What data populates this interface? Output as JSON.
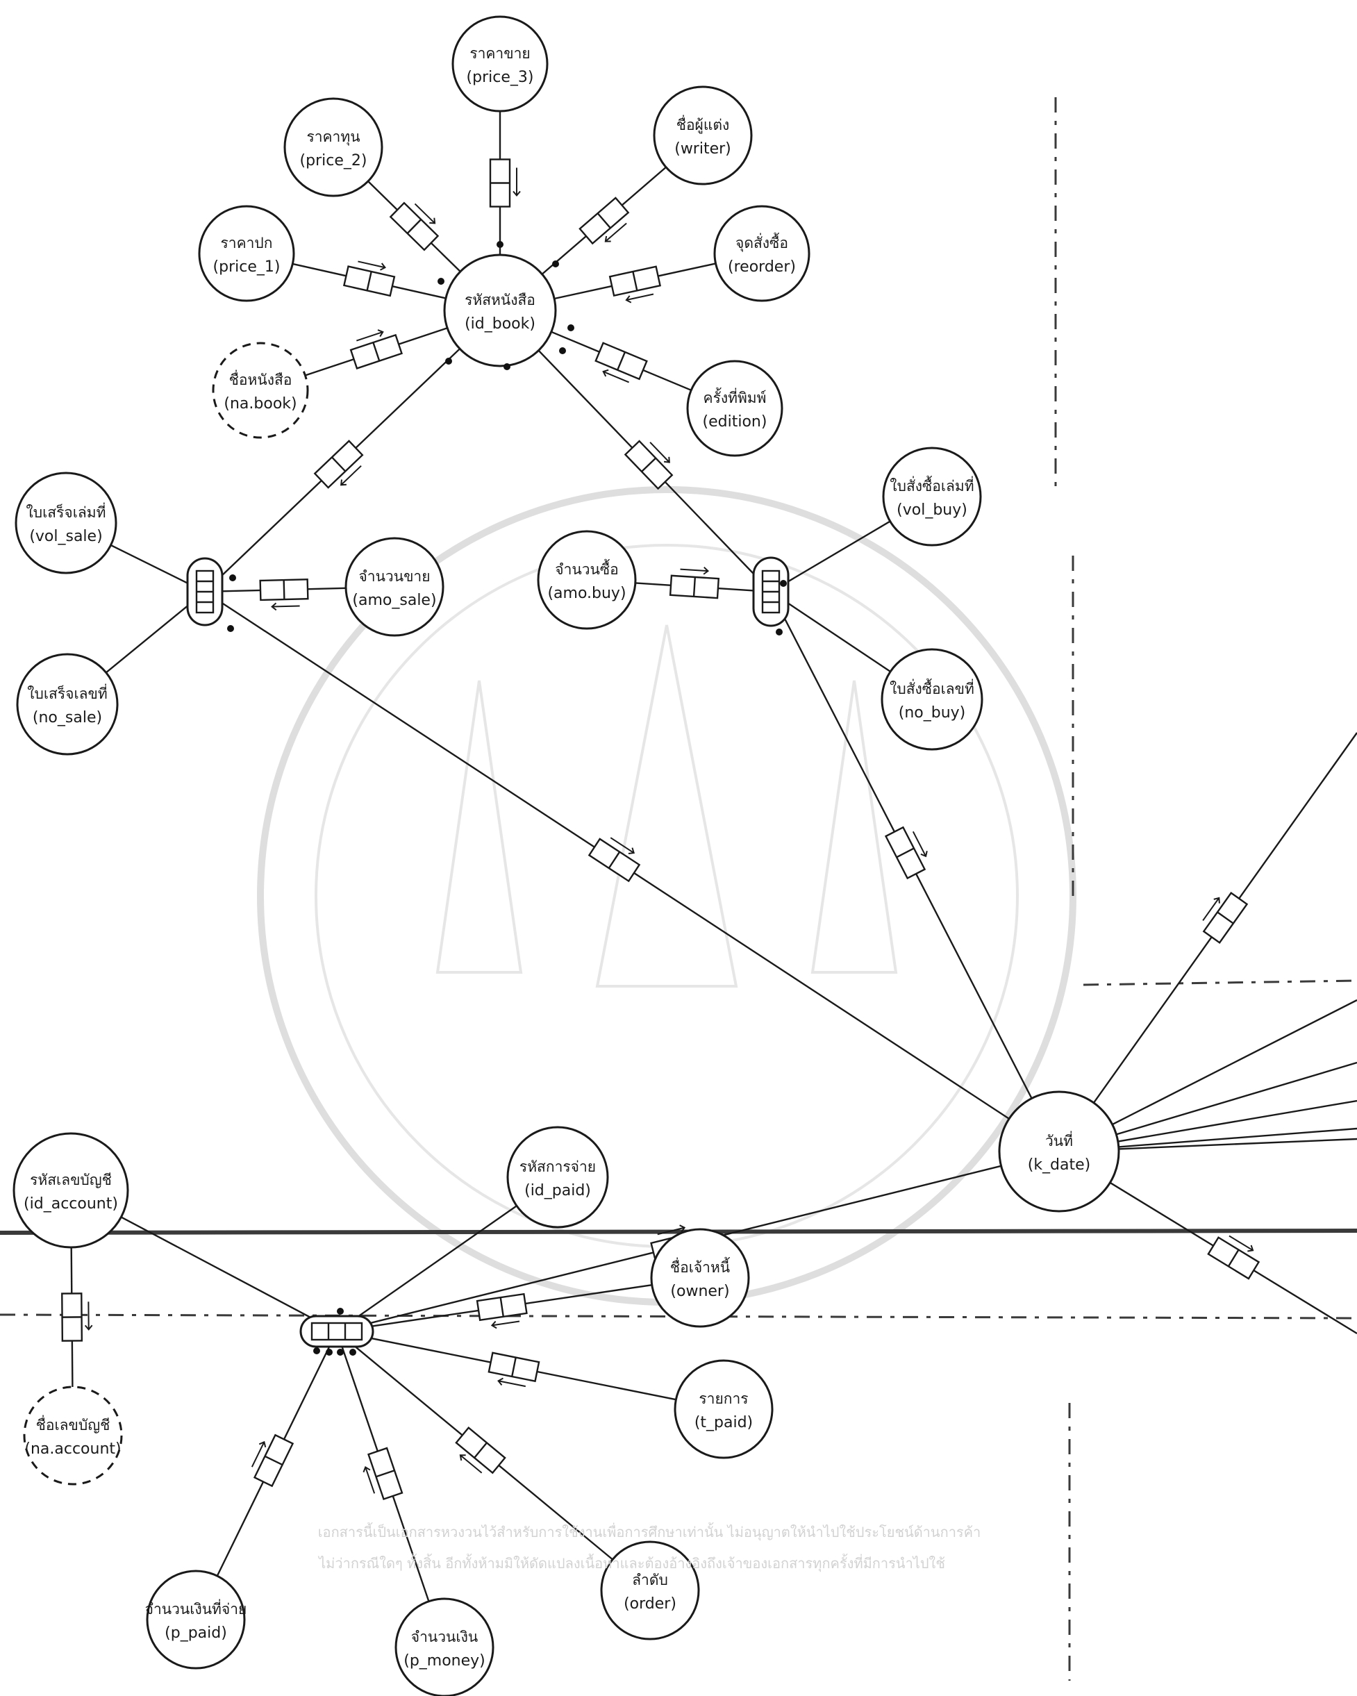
{
  "diagram": {
    "nodes": [
      {
        "id": "price_3",
        "name": "node-price-3",
        "thai": "ราคาขาย",
        "label": "(price_3)"
      },
      {
        "id": "price_2",
        "name": "node-price-2",
        "thai": "ราคาทุน",
        "label": "(price_2)"
      },
      {
        "id": "writer",
        "name": "node-writer",
        "thai": "ชื่อผู้แต่ง",
        "label": "(writer)"
      },
      {
        "id": "price_1",
        "name": "node-price-1",
        "thai": "ราคาปก",
        "label": "(price_1)"
      },
      {
        "id": "reorder",
        "name": "node-reorder",
        "thai": "จุดสั่งซื้อ",
        "label": "(reorder)"
      },
      {
        "id": "id_book",
        "name": "node-id-book",
        "thai": "รหัสหนังสือ",
        "label": "(id_book)"
      },
      {
        "id": "na_book",
        "name": "node-na-book",
        "thai": "ชื่อหนังสือ",
        "label": "(na.book)"
      },
      {
        "id": "edition",
        "name": "node-edition",
        "thai": "ครั้งที่พิมพ์",
        "label": "(edition)"
      },
      {
        "id": "vol_buy",
        "name": "node-vol-buy",
        "thai": "ใบสั่งซื้อเล่มที่",
        "label": "(vol_buy)"
      },
      {
        "id": "vol_sale",
        "name": "node-vol-sale",
        "thai": "ใบเสร็จเล่มที่",
        "label": "(vol_sale)"
      },
      {
        "id": "amo_sale",
        "name": "node-amo-sale",
        "thai": "จำนวนขาย",
        "label": "(amo_sale)"
      },
      {
        "id": "amo_buy",
        "name": "node-amo-buy",
        "thai": "จำนวนซื้อ",
        "label": "(amo.buy)"
      },
      {
        "id": "no_buy",
        "name": "node-no-buy",
        "thai": "ใบสั่งซื้อเลขที่",
        "label": "(no_buy)"
      },
      {
        "id": "no_sale",
        "name": "node-no-sale",
        "thai": "ใบเสร็จเลขที่",
        "label": "(no_sale)"
      },
      {
        "id": "id_paid",
        "name": "node-id-paid",
        "thai": "รหัสการจ่าย",
        "label": "(id_paid)"
      },
      {
        "id": "id_account",
        "name": "node-id-account",
        "thai": "รหัสเลขบัญชี",
        "label": "(id_account)"
      },
      {
        "id": "k_date",
        "name": "node-k-date",
        "thai": "วันที่",
        "label": "(k_date)"
      },
      {
        "id": "owner",
        "name": "node-owner",
        "thai": "ชื่อเจ้าหนี้",
        "label": "(owner)"
      },
      {
        "id": "na_account",
        "name": "node-na-account",
        "thai": "ชื่อเลขบัญชี",
        "label": "(na.account)"
      },
      {
        "id": "t_paid",
        "name": "node-t-paid",
        "thai": "รายการ",
        "label": "(t_paid)"
      },
      {
        "id": "order",
        "name": "node-order",
        "thai": "ลำดับ",
        "label": "(order)"
      },
      {
        "id": "p_paid",
        "name": "node-p-paid",
        "thai": "จำนวนเงินที่จ่าย",
        "label": "(p_paid)"
      },
      {
        "id": "p_money",
        "name": "node-p-money",
        "thai": "จำนวนเงิน",
        "label": "(p_money)"
      }
    ]
  },
  "watermark": {
    "line1": "เอกสารนี้เป็นเอกสารหวงวนไว้สำหรับการใช้งานเพื่อการศึกษาเท่านั้น ไม่อนุญาตให้นำไปใช้ประโยชน์ด้านการค้า",
    "line2": "ไม่ว่ากรณีใดๆ ทั้งสิ้น อีกทั้งห้ามมิให้ดัดแปลงเนื้อหาและต้องอ้างอิงถึงเจ้าของเอกสารทุกครั้งที่มีการนำไปใช้"
  }
}
